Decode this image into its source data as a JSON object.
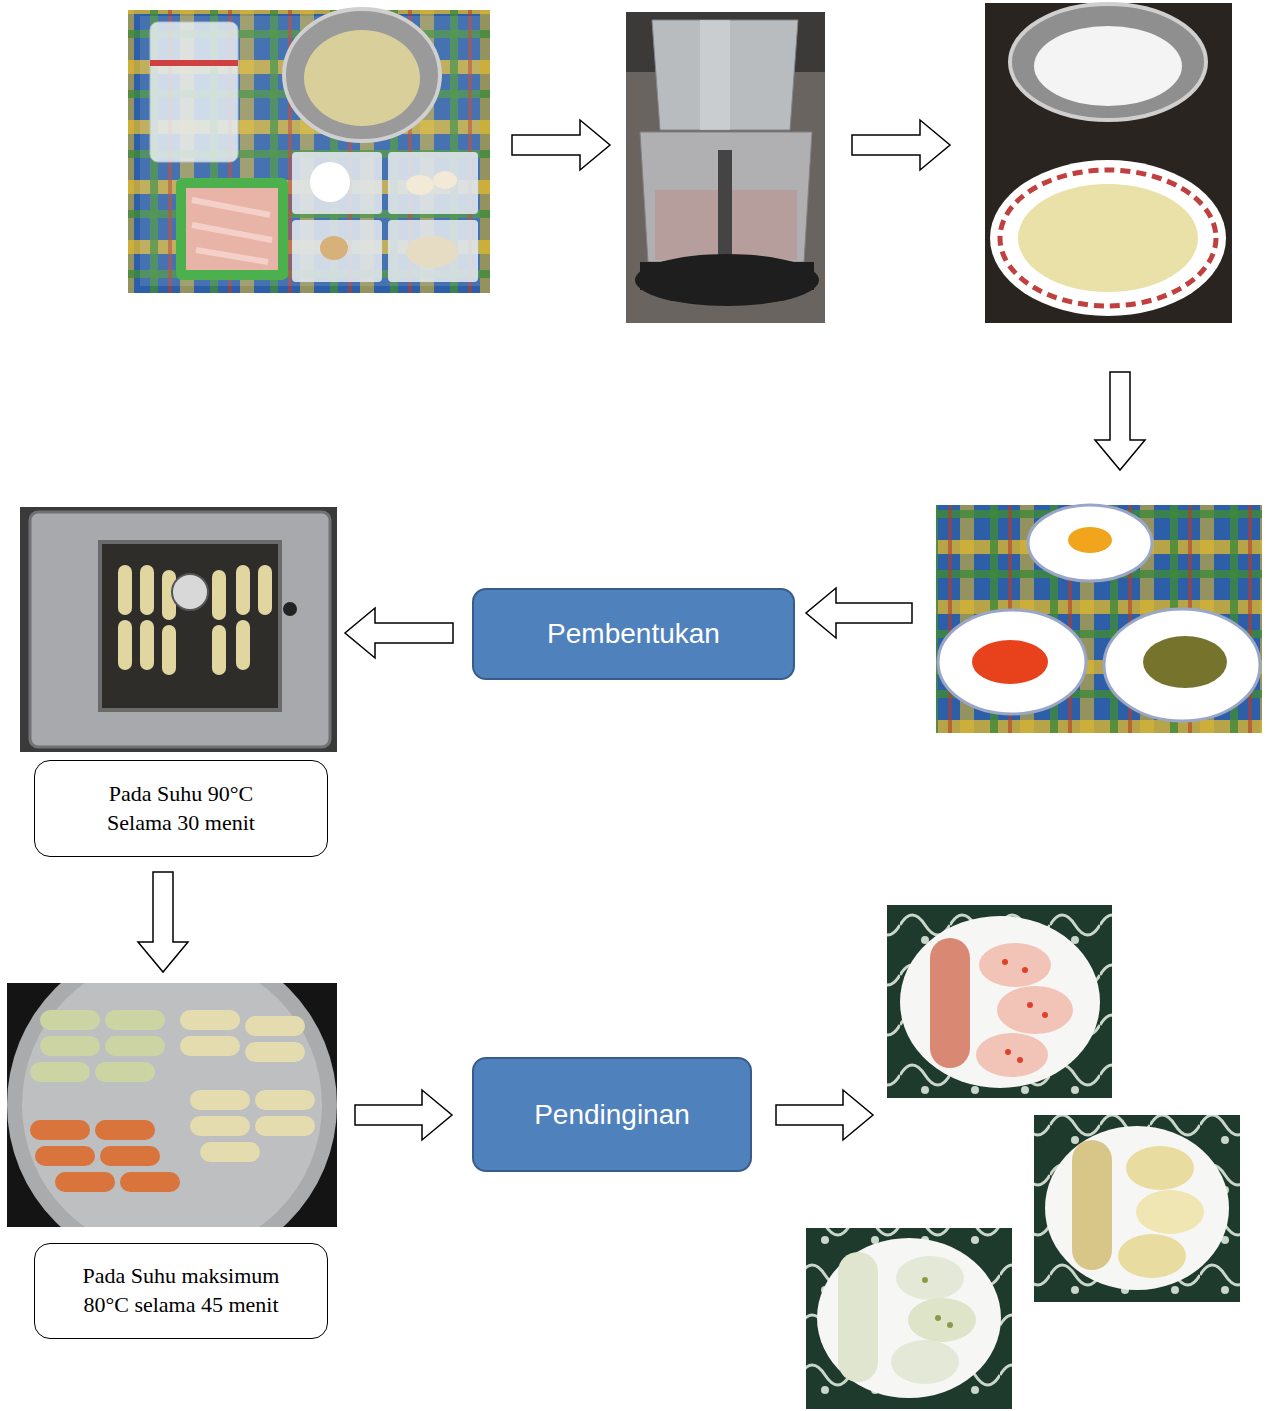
{
  "diagram": {
    "nodes": [
      {
        "text": [
          "Pembentukan"
        ]
      },
      {
        "text": [
          "Pada Suhu 90°C Selama 30 menit"
        ]
      },
      {
        "text": [
          "Pendinginan"
        ]
      },
      {
        "text": [
          "Pada Suhu maksimum 80°C selama 45 menit"
        ]
      }
    ]
  }
}
